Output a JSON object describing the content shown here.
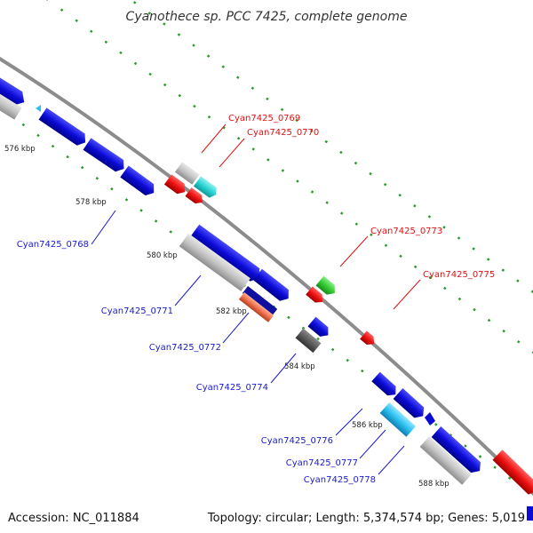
{
  "title": "Cyanothece sp. PCC 7425, complete genome",
  "footer": {
    "accession": "Accession: NC_011884",
    "summary": "Topology: circular; Length: 5,374,574 bp; Genes: 5,019"
  },
  "ticks": [
    "576 kbp",
    "578 kbp",
    "580 kbp",
    "582 kbp",
    "584 kbp",
    "586 kbp",
    "588 kbp"
  ],
  "colors": {
    "backbone": "#8c8c8c",
    "forward_label": "#dd1111",
    "reverse_label": "#1a1acc",
    "blue": "#0b0bd6",
    "grey": "#c4c4c4",
    "dark_grey": "#5c5c5c",
    "red": "#ee1111",
    "cyan": "#2ad4d4",
    "sky": "#2bc0f0",
    "green": "#33cc33",
    "salmon": "#f07050",
    "dots": "#2a9a2a"
  },
  "labels": {
    "forward": [
      "Cyan7425_0769",
      "Cyan7425_0770",
      "Cyan7425_0773",
      "Cyan7425_0775"
    ],
    "reverse": [
      "Cyan7425_0768",
      "Cyan7425_0771",
      "Cyan7425_0772",
      "Cyan7425_0774",
      "Cyan7425_0776",
      "Cyan7425_0777",
      "Cyan7425_0778"
    ]
  }
}
